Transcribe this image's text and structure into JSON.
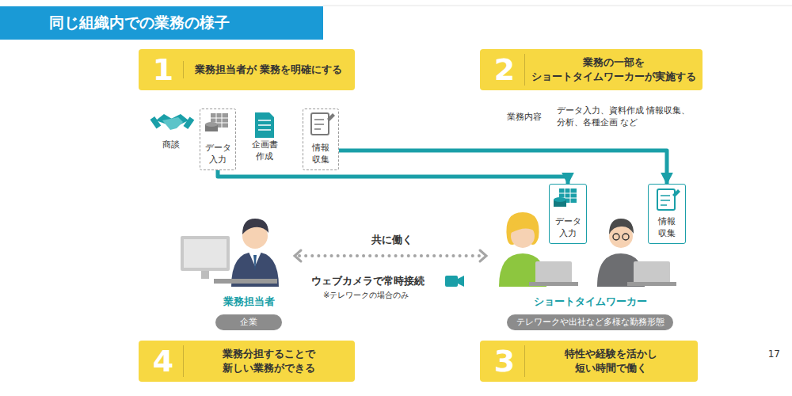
{
  "diagram": {
    "title": "同じ組織内での業務の様子",
    "nodes": [
      {
        "text": [
          "1",
          "業務担当者が 業務を明確にする"
        ]
      },
      {
        "text": [
          "2",
          "業務の一部を ショートタイムワーカーが実施する"
        ]
      },
      {
        "text": [
          "データ 入力"
        ]
      },
      {
        "text": [
          "情報 収集"
        ]
      },
      {
        "text": [
          "データ 入力"
        ]
      },
      {
        "text": [
          "情報 収集"
        ]
      },
      {
        "text": [
          "企業"
        ]
      },
      {
        "text": [
          "テレワークや出社など多様な勤務形態"
        ]
      },
      {
        "text": [
          "4",
          "業務分担することで 新しい業務ができる"
        ]
      },
      {
        "text": [
          "3",
          "特性や経験を活かし 短い時間で働く"
        ]
      }
    ],
    "edges": [
      {
        "from": 2,
        "to": 4,
        "arrow": "to"
      },
      {
        "from": 3,
        "to": 5,
        "arrow": "to"
      }
    ],
    "labels": [
      "商談",
      "企画書 作成",
      "業務内容",
      "データ入力、資料作成 情報収集、分析、各種企画 など",
      "共に働く",
      "ウェブカメラで常時接続",
      "※テレワークの場合のみ",
      "業務担当者",
      "ショートタイムワーカー",
      "17"
    ]
  }
}
